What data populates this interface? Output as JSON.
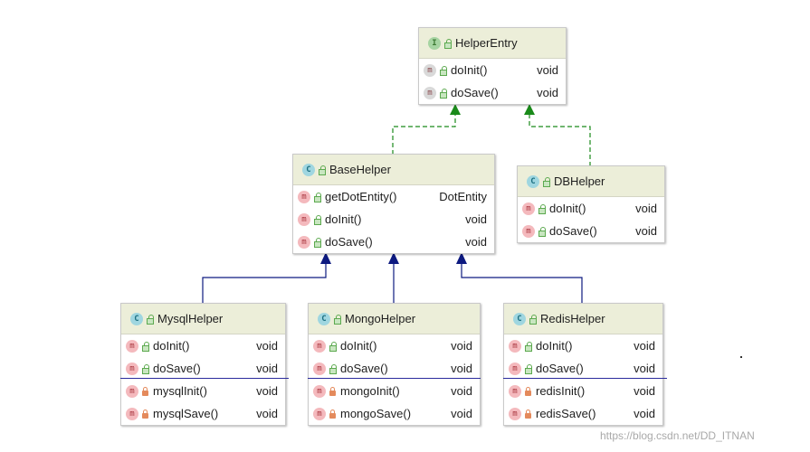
{
  "classes": {
    "helper_entry": {
      "kind": "I",
      "name": "HelperEntry",
      "methods": [
        {
          "name": "doInit()",
          "type": "void"
        },
        {
          "name": "doSave()",
          "type": "void"
        }
      ]
    },
    "base_helper": {
      "kind": "C",
      "name": "BaseHelper",
      "methods": [
        {
          "name": "getDotEntity()",
          "type": "DotEntity"
        },
        {
          "name": "doInit()",
          "type": "void"
        },
        {
          "name": "doSave()",
          "type": "void"
        }
      ]
    },
    "db_helper": {
      "kind": "C",
      "name": "DBHelper",
      "methods": [
        {
          "name": "doInit()",
          "type": "void"
        },
        {
          "name": "doSave()",
          "type": "void"
        }
      ]
    },
    "mysql_helper": {
      "kind": "C",
      "name": "MysqlHelper",
      "methods": [
        {
          "name": "doInit()",
          "type": "void"
        },
        {
          "name": "doSave()",
          "type": "void"
        },
        {
          "name": "mysqlInit()",
          "type": "void"
        },
        {
          "name": "mysqlSave()",
          "type": "void"
        }
      ]
    },
    "mongo_helper": {
      "kind": "C",
      "name": "MongoHelper",
      "methods": [
        {
          "name": "doInit()",
          "type": "void"
        },
        {
          "name": "doSave()",
          "type": "void"
        },
        {
          "name": "mongoInit()",
          "type": "void"
        },
        {
          "name": "mongoSave()",
          "type": "void"
        }
      ]
    },
    "redis_helper": {
      "kind": "C",
      "name": "RedisHelper",
      "methods": [
        {
          "name": "doInit()",
          "type": "void"
        },
        {
          "name": "doSave()",
          "type": "void"
        },
        {
          "name": "redisInit()",
          "type": "void"
        },
        {
          "name": "redisSave()",
          "type": "void"
        }
      ]
    }
  },
  "method_icon": "m",
  "colors": {
    "implements": "#1a8a1a",
    "extends": "#0d1a80",
    "header": "#eceed9"
  },
  "watermark": "https://blog.csdn.net/DD_ITNAN"
}
